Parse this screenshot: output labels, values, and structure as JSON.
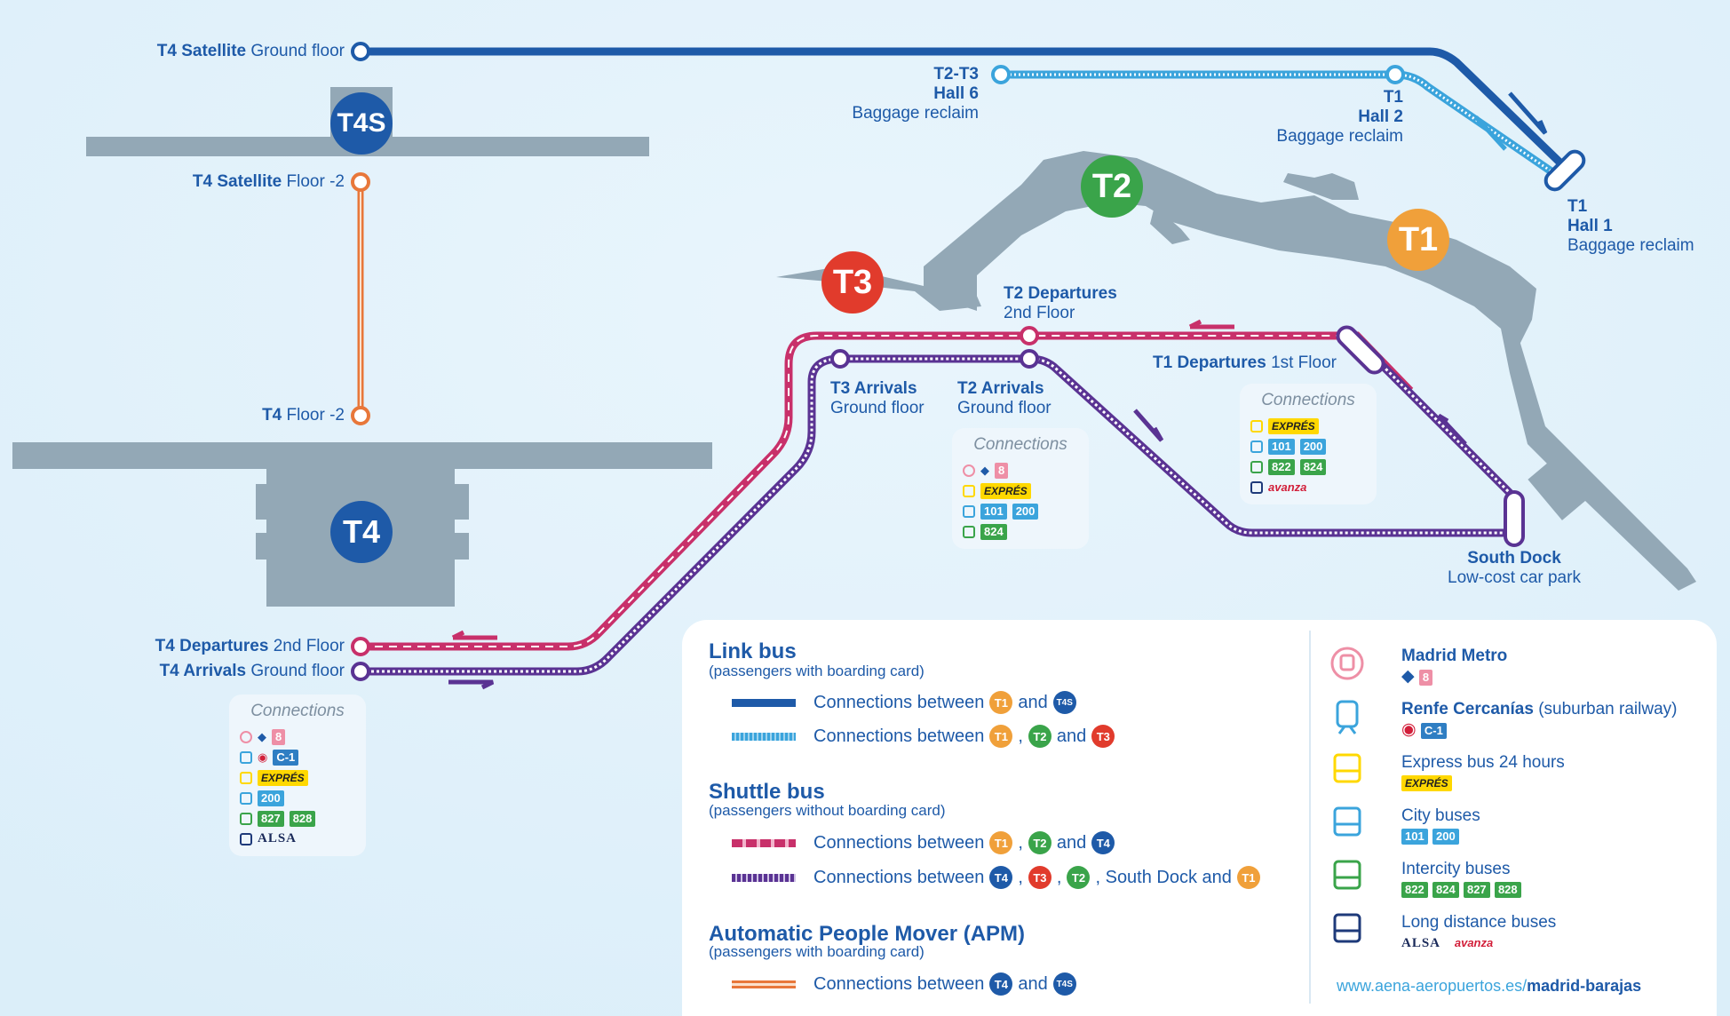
{
  "terminals": {
    "t4s": {
      "label": "T4S",
      "color": "#1e5aa8"
    },
    "t4": {
      "label": "T4",
      "color": "#1e5aa8"
    },
    "t3": {
      "label": "T3",
      "color": "#e13b2c"
    },
    "t2": {
      "label": "T2",
      "color": "#3aa44a"
    },
    "t1": {
      "label": "T1",
      "color": "#f0a03a"
    }
  },
  "stops": {
    "t4s_ground": {
      "b": "T4 Satellite",
      "n": "Ground floor"
    },
    "t4s_minus2": {
      "b": "T4 Satellite",
      "n": "Floor -2"
    },
    "t4_minus2": {
      "b": "T4",
      "n": "Floor -2"
    },
    "t4_dep": {
      "b": "T4 Departures",
      "n": "2nd Floor"
    },
    "t4_arr": {
      "b": "T4 Arrivals",
      "n": "Ground floor"
    },
    "t23_hall6": {
      "l1": "T2-T3",
      "l2": "Hall 6",
      "l3": "Baggage reclaim"
    },
    "t1_hall2": {
      "l1": "T1",
      "l2": "Hall 2",
      "l3": "Baggage reclaim"
    },
    "t1_hall1": {
      "l1": "T1",
      "l2": "Hall 1",
      "l3": "Baggage reclaim"
    },
    "t2_dep": {
      "b": "T2 Departures",
      "n": "2nd Floor"
    },
    "t3_arr": {
      "b": "T3 Arrivals",
      "n": "Ground floor"
    },
    "t2_arr": {
      "b": "T2 Arrivals",
      "n": "Ground floor"
    },
    "t1_dep": {
      "b": "T1 Departures",
      "n": "1st Floor"
    },
    "south_dock": {
      "b": "South Dock",
      "n": "Low-cost car park"
    }
  },
  "connections": {
    "title": "Connections",
    "metro_line": "8",
    "cercanias_line": "C-1",
    "expres": "EXPRÉS",
    "alsa": "ALSA",
    "avanza": "avanza",
    "t4": {
      "city": [
        "200"
      ],
      "intercity": [
        "827",
        "828"
      ]
    },
    "t2": {
      "city": [
        "101",
        "200"
      ],
      "intercity": [
        "824"
      ]
    },
    "t1": {
      "city": [
        "101",
        "200"
      ],
      "intercity": [
        "822",
        "824"
      ]
    }
  },
  "legend": {
    "link_bus": {
      "title": "Link bus",
      "subtitle": "(passengers with boarding card)"
    },
    "shuttle_bus": {
      "title": "Shuttle bus",
      "subtitle": "(passengers without boarding card)"
    },
    "apm": {
      "title": "Automatic People Mover (APM)",
      "subtitle": "(passengers with boarding card)"
    },
    "between": "Connections between",
    "and": "and",
    "comma": ",",
    "south_dock_and": ", South Dock and",
    "colors": {
      "link": "#1e5aa8",
      "link2": "#3ba4dc",
      "shuttle": "#c8306a",
      "shuttle2": "#5a3393",
      "apm": "#e8773a"
    }
  },
  "symbols": {
    "metro": {
      "title": "Madrid Metro",
      "line": "8"
    },
    "renfe": {
      "title": "Renfe Cercanías",
      "note": "(suburban railway)",
      "line": "C-1"
    },
    "express": {
      "title": "Express bus 24 hours",
      "badge": "EXPRÉS"
    },
    "city": {
      "title": "City buses",
      "lines": [
        "101",
        "200"
      ]
    },
    "intercity": {
      "title": "Intercity buses",
      "lines": [
        "822",
        "824",
        "827",
        "828"
      ]
    },
    "long": {
      "title": "Long distance buses",
      "a": "ALSA",
      "b": "avanza"
    }
  },
  "url": {
    "prefix": "www.aena-aeropuertos.es/",
    "bold": "madrid-barajas"
  }
}
